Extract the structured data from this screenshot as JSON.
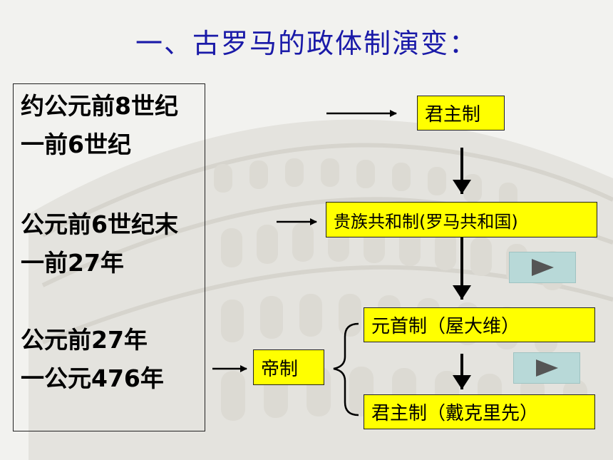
{
  "title": "一、古罗马的政体制演变：",
  "periods": [
    {
      "line1": "约公元前8世纪",
      "line2": "一前6世纪"
    },
    {
      "line1": "公元前6世纪末",
      "line2": "一前27年"
    },
    {
      "line1": "公元前27年",
      "line2": "一公元476年"
    }
  ],
  "boxes": {
    "monarchy": "君主制",
    "republic": "贵族共和制(罗马共和国)",
    "empire": "帝制",
    "principate": "元首制（屋大维）",
    "dominate": "君主制（戴克里先）"
  },
  "icons": {
    "play": "play-icon",
    "arrow": "arrow-icon",
    "brace": "brace-icon"
  },
  "colors": {
    "title": "#1a1aa8",
    "box_fill": "#ffff00",
    "play_button": "#b8d9d8"
  }
}
